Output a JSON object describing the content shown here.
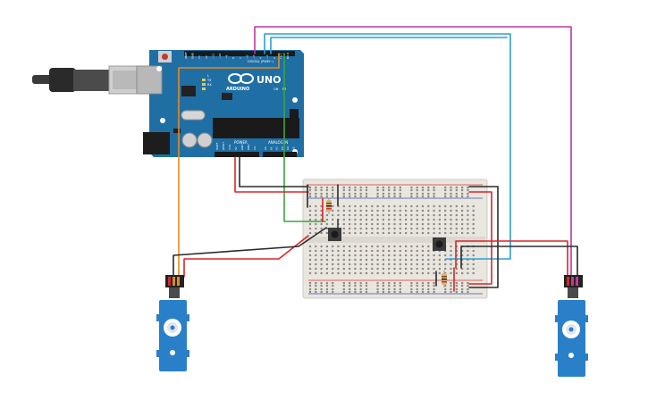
{
  "board": {
    "logo_text": "ARDUINO",
    "model": "UNO",
    "digital_label": "DIGITAL (PWM~)",
    "power_label": "POWER",
    "analog_label": "ANALOG IN",
    "tx_label": "TX",
    "rx_label": "RX",
    "l_label": "L",
    "on_label": "ON",
    "header_pins": [
      "AREF",
      "GND",
      "13",
      "12",
      "~11",
      "~10",
      "~9",
      "8",
      "7",
      "~6",
      "~5",
      "4",
      "~3",
      "2",
      "TX 1",
      "RX 0"
    ],
    "power_pins": [
      "IOREF",
      "RESET",
      "3.3V",
      "5V",
      "GND",
      "GND",
      "Vin"
    ],
    "analog_pins": [
      "A0",
      "A1",
      "A2",
      "A3",
      "A4",
      "A5"
    ]
  },
  "colors": {
    "board_blue": "#1f6fa5",
    "wire_red": "#d7272a",
    "wire_black": "#2b2b2b",
    "wire_orange": "#e88a1d",
    "wire_green": "#3aa63a",
    "wire_cyan": "#2a9fd6",
    "wire_magenta": "#c2379a",
    "servo_blue": "#2a7fc9",
    "breadboard": "#e9e6e0"
  }
}
